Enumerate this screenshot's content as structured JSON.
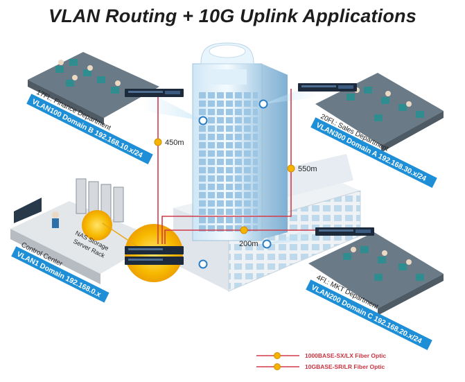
{
  "title": "VLAN Routing + 10G Uplink Applications",
  "departments": {
    "finance": {
      "floor": "17Fl.: Finance Department",
      "vlan": "VLAN100 Domain B 192.168.10.x/24"
    },
    "sales": {
      "floor": "20Fl.: Sales Department",
      "vlan": "VLAN300 Domain A 192.168.30.x/24"
    },
    "control": {
      "floor": "Control Center",
      "vlan": "VLAN1 Domain 192.168.0.x"
    },
    "mkt": {
      "floor": "4Fl.: MKT Department",
      "vlan": "VLAN200 Domain C 192.168.20.x/24"
    }
  },
  "storage_label_1": "NAS Storage",
  "storage_label_2": "Server Rack",
  "distances": {
    "finance": "450m",
    "sales": "550m",
    "mkt": "200m"
  },
  "legend": [
    {
      "label": "1000BASE-SX/LX Fiber Optic",
      "color": "#e8a81c"
    },
    {
      "label": "10GBASE-SR/LR Fiber Optic",
      "color": "#d23a4a"
    }
  ],
  "colors": {
    "vlan_label_bg": "#1e8fd6",
    "fiber_line": "#d23a4a",
    "node": "#f5b400"
  }
}
